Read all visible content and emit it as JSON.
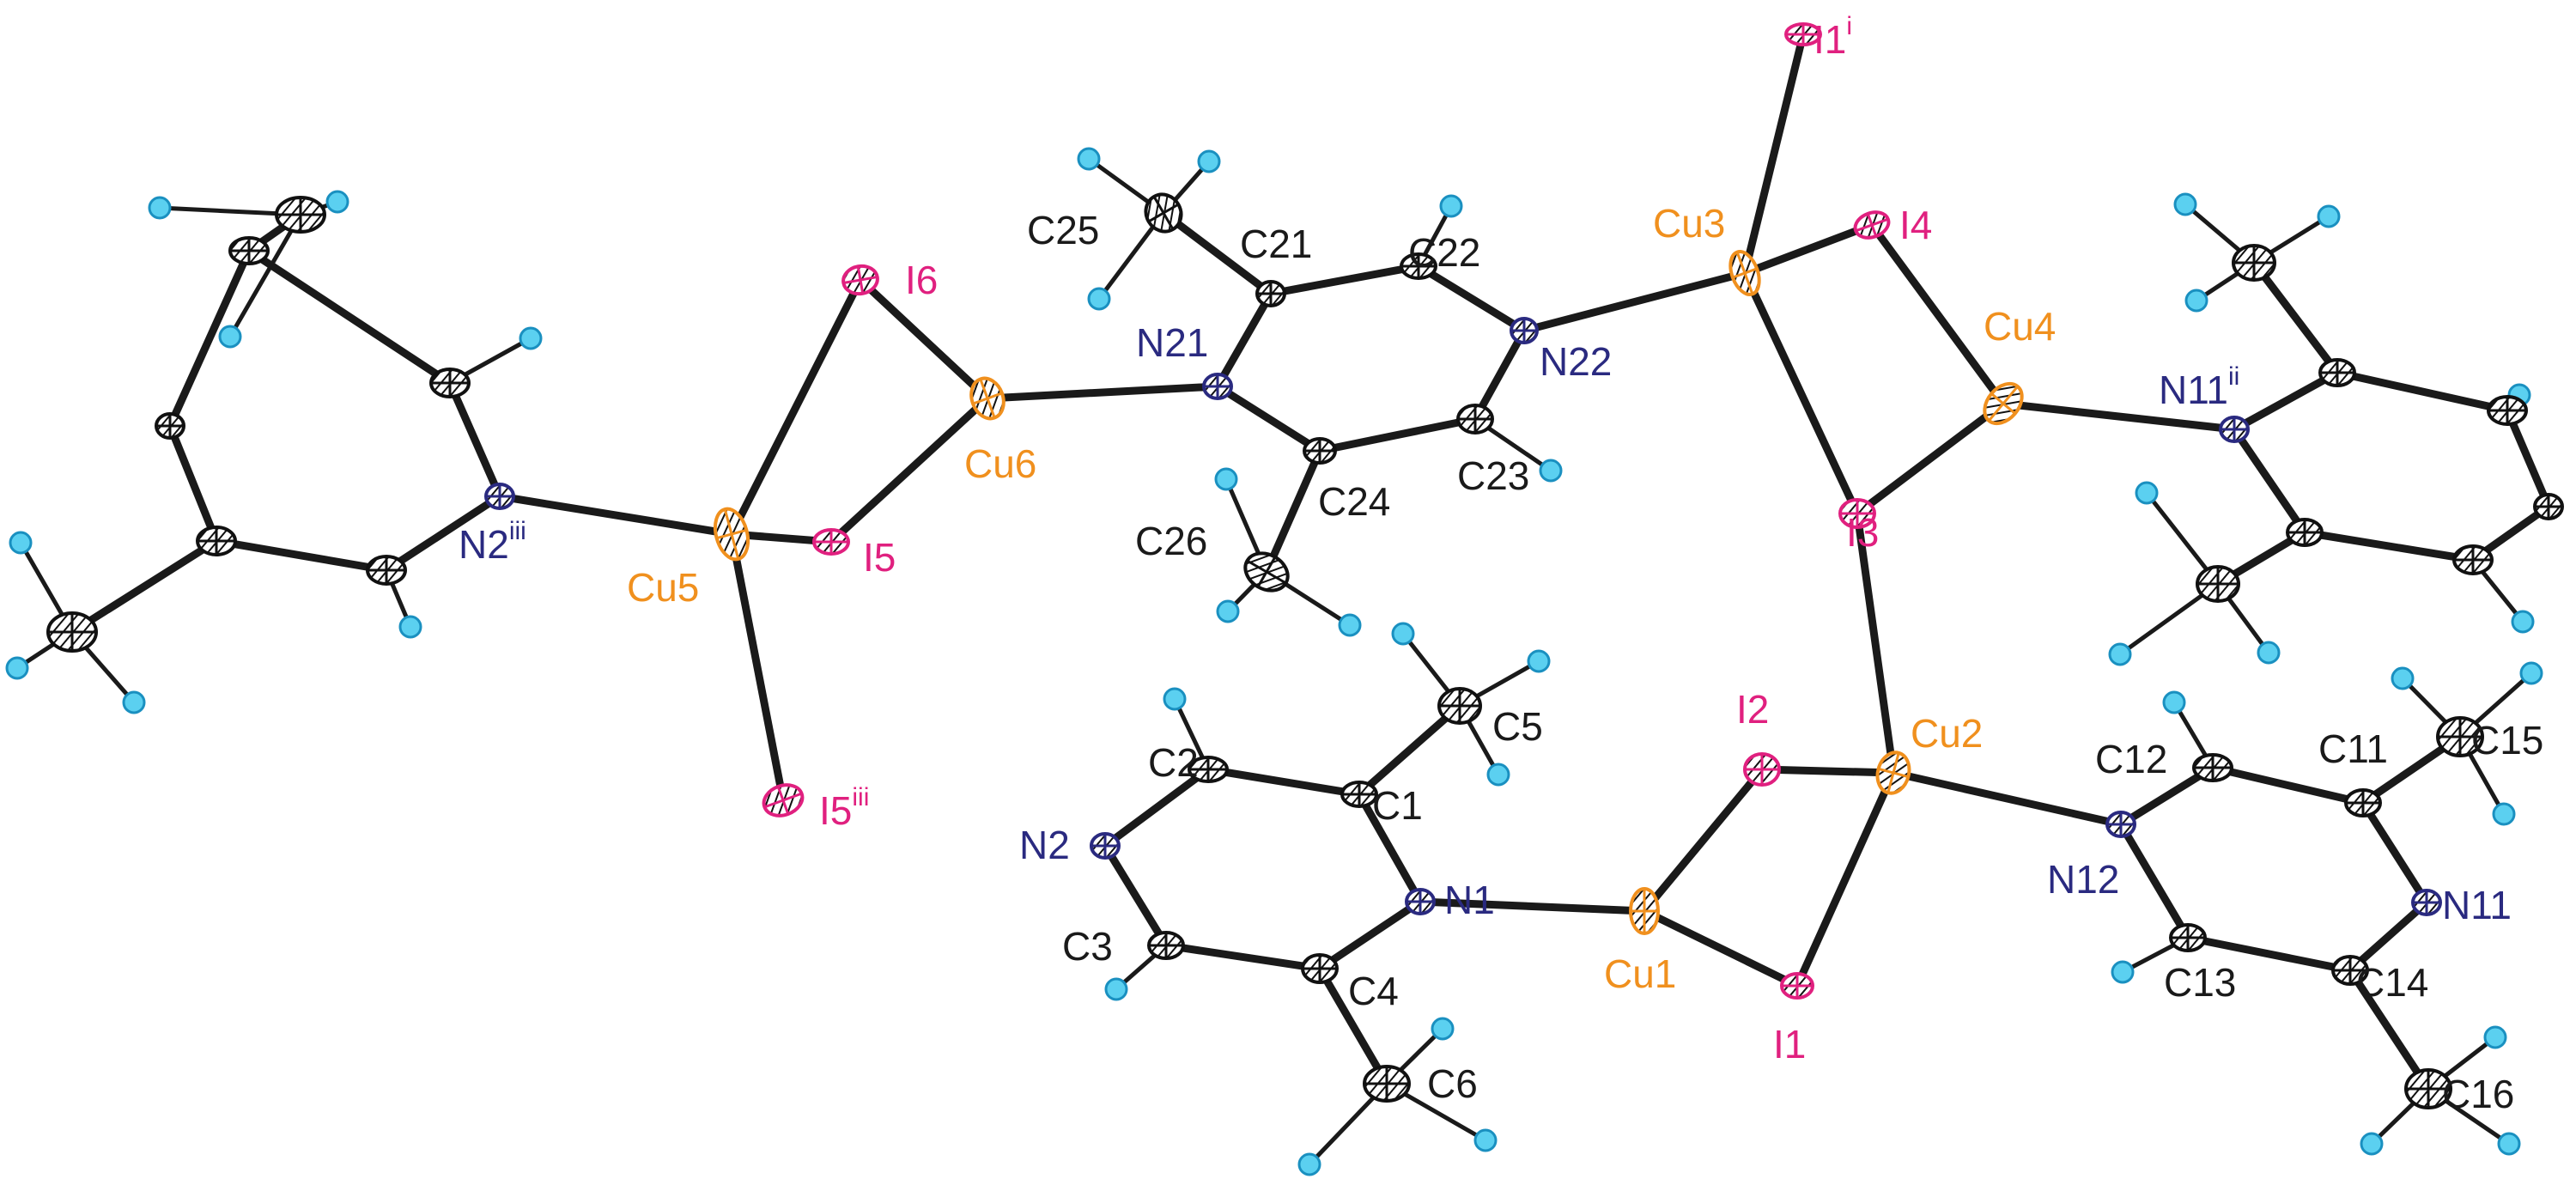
{
  "colors": {
    "cu": "#f0901e",
    "i": "#e0207f",
    "n": "#2a2a80",
    "c_text": "#1a1a1a",
    "h_fill": "#5bd0f0",
    "h_stroke": "#1a90c0",
    "bond": "#1a1a1a"
  },
  "atoms": [
    {
      "id": "I1i",
      "el": "I",
      "base": "I1",
      "sup": "i"
    },
    {
      "id": "Cu3",
      "el": "Cu",
      "base": "Cu3",
      "sup": ""
    },
    {
      "id": "I4",
      "el": "I",
      "base": "I4",
      "sup": ""
    },
    {
      "id": "Cu4",
      "el": "Cu",
      "base": "Cu4",
      "sup": ""
    },
    {
      "id": "I3",
      "el": "I",
      "base": "I3",
      "sup": ""
    },
    {
      "id": "N11ii",
      "el": "N",
      "base": "N11",
      "sup": "ii"
    },
    {
      "id": "N22",
      "el": "N",
      "base": "N22",
      "sup": ""
    },
    {
      "id": "C22",
      "el": "C",
      "base": "C22",
      "sup": ""
    },
    {
      "id": "C21",
      "el": "C",
      "base": "C21",
      "sup": ""
    },
    {
      "id": "C25",
      "el": "C",
      "base": "C25",
      "sup": ""
    },
    {
      "id": "N21",
      "el": "N",
      "base": "N21",
      "sup": ""
    },
    {
      "id": "C24",
      "el": "C",
      "base": "C24",
      "sup": ""
    },
    {
      "id": "C23",
      "el": "C",
      "base": "C23",
      "sup": ""
    },
    {
      "id": "C26",
      "el": "C",
      "base": "C26",
      "sup": ""
    },
    {
      "id": "Cu6",
      "el": "Cu",
      "base": "Cu6",
      "sup": ""
    },
    {
      "id": "I6",
      "el": "I",
      "base": "I6",
      "sup": ""
    },
    {
      "id": "I5",
      "el": "I",
      "base": "I5",
      "sup": ""
    },
    {
      "id": "Cu5",
      "el": "Cu",
      "base": "Cu5",
      "sup": ""
    },
    {
      "id": "I5iii",
      "el": "I",
      "base": "I5",
      "sup": "iii"
    },
    {
      "id": "N2iii",
      "el": "N",
      "base": "N2",
      "sup": "iii"
    },
    {
      "id": "C5",
      "el": "C",
      "base": "C5",
      "sup": ""
    },
    {
      "id": "C1",
      "el": "C",
      "base": "C1",
      "sup": ""
    },
    {
      "id": "C2",
      "el": "C",
      "base": "C2",
      "sup": ""
    },
    {
      "id": "N2",
      "el": "N",
      "base": "N2",
      "sup": ""
    },
    {
      "id": "C3",
      "el": "C",
      "base": "C3",
      "sup": ""
    },
    {
      "id": "C4",
      "el": "C",
      "base": "C4",
      "sup": ""
    },
    {
      "id": "N1",
      "el": "N",
      "base": "N1",
      "sup": ""
    },
    {
      "id": "C6",
      "el": "C",
      "base": "C6",
      "sup": ""
    },
    {
      "id": "Cu1",
      "el": "Cu",
      "base": "Cu1",
      "sup": ""
    },
    {
      "id": "I2",
      "el": "I",
      "base": "I2",
      "sup": ""
    },
    {
      "id": "I1",
      "el": "I",
      "base": "I1",
      "sup": ""
    },
    {
      "id": "Cu2",
      "el": "Cu",
      "base": "Cu2",
      "sup": ""
    },
    {
      "id": "N12",
      "el": "N",
      "base": "N12",
      "sup": ""
    },
    {
      "id": "C12",
      "el": "C",
      "base": "C12",
      "sup": ""
    },
    {
      "id": "C11",
      "el": "C",
      "base": "C11",
      "sup": ""
    },
    {
      "id": "C15",
      "el": "C",
      "base": "C15",
      "sup": ""
    },
    {
      "id": "N11",
      "el": "N",
      "base": "N11",
      "sup": ""
    },
    {
      "id": "C13",
      "el": "C",
      "base": "C13",
      "sup": ""
    },
    {
      "id": "C14",
      "el": "C",
      "base": "C14",
      "sup": ""
    },
    {
      "id": "C16",
      "el": "C",
      "base": "C16",
      "sup": ""
    }
  ]
}
